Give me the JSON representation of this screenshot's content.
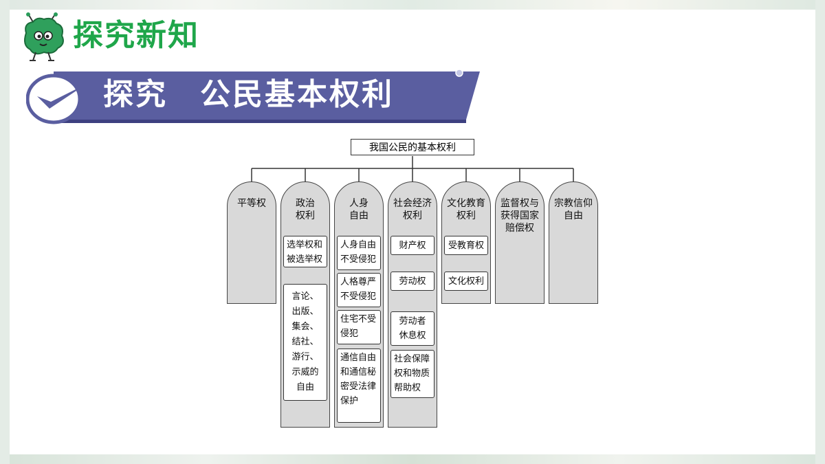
{
  "header": {
    "section_title": "探究新知",
    "banner_title": "探究　公民基本权利"
  },
  "diagram": {
    "root": "我国公民的基本权利",
    "columns": [
      {
        "title": "平等权",
        "items": []
      },
      {
        "title": "政治\n权利",
        "items": [
          "选举权和\n被选举权",
          "言论、\n出版、\n集会、\n结社、\n游行、\n示威的\n自由"
        ]
      },
      {
        "title": "人身\n自由",
        "items": [
          "人身自由\n不受侵犯",
          "人格尊严\n不受侵犯",
          "住宅不受\n侵犯",
          "通信自由\n和通信秘\n密受法律\n保护"
        ]
      },
      {
        "title": "社会经济\n权利",
        "items": [
          "财产权",
          "劳动权",
          "劳动者\n休息权",
          "社会保障\n权和物质\n帮助权"
        ]
      },
      {
        "title": "文化教育\n权利",
        "items": [
          "受教育权",
          "文化权利"
        ]
      },
      {
        "title": "监督权与\n获得国家\n赔偿权",
        "items": []
      },
      {
        "title": "宗教信仰\n自由",
        "items": []
      }
    ]
  },
  "colors": {
    "heading_green": "#1fa64a",
    "banner_purple": "#5a5ea0",
    "column_gray": "#d9d9d9"
  }
}
